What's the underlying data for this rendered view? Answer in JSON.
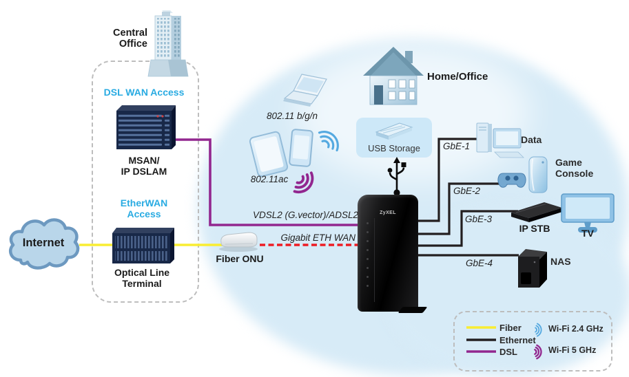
{
  "colors": {
    "fiber": "#f9ed32",
    "ethernet": "#231f20",
    "dsl": "#92278f",
    "eth_wan": "#ed1c24",
    "wifi_24": "#54a9e0",
    "wifi_5": "#92278f",
    "access_label": "#29abe2"
  },
  "wan": {
    "internet": "Internet",
    "fiber_onu": "Fiber ONU",
    "vdsl": "VDSL2 (G.vector)/ADSL2",
    "eth_wan": "Gigabit ETH WAN"
  },
  "isp": {
    "central_office": "Central\nOffice",
    "dsl_wan_access": "DSL WAN Access",
    "msan": "MSAN/\nIP DSLAM",
    "etherwan_access": "EtherWAN\nAccess",
    "olt": "Optical Line\nTerminal"
  },
  "wireless": {
    "bgn": "802.11 b/g/n",
    "ac": "802.11ac"
  },
  "lan": {
    "home_office": "Home/Office",
    "usb_storage": "USB Storage",
    "router_brand": "ZyXEL",
    "tv": "TV",
    "ports": [
      {
        "label": "GbE-1",
        "device": "Data"
      },
      {
        "label": "GbE-2",
        "device": "Game\nConsole"
      },
      {
        "label": "GbE-3",
        "device": "IP STB"
      },
      {
        "label": "GbE-4",
        "device": "NAS"
      }
    ]
  },
  "legend": {
    "fiber": "Fiber",
    "ethernet": "Ethernet",
    "dsl": "DSL",
    "wifi_24": "Wi-Fi 2.4 GHz",
    "wifi_5": "Wi-Fi 5 GHz"
  }
}
